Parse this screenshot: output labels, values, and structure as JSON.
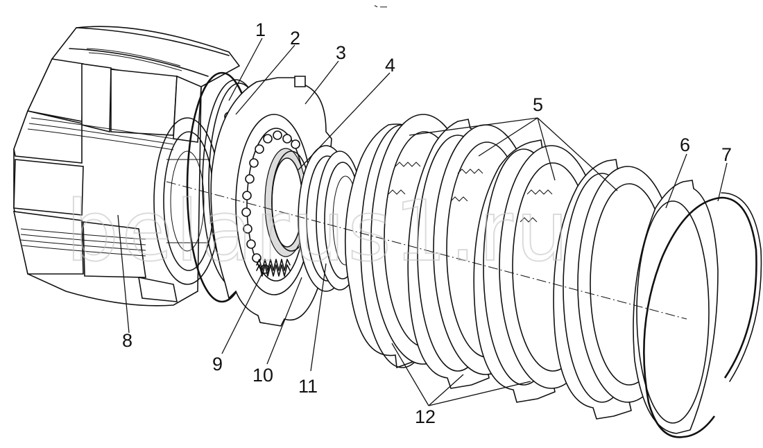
{
  "watermark": "belarus1.ru",
  "callouts": {
    "c1": "1",
    "c2": "2",
    "c3": "3",
    "c4": "4",
    "c5": "5",
    "c6": "6",
    "c7": "7",
    "c8": "8",
    "c9": "9",
    "c10": "10",
    "c11": "11",
    "c12": "12"
  }
}
